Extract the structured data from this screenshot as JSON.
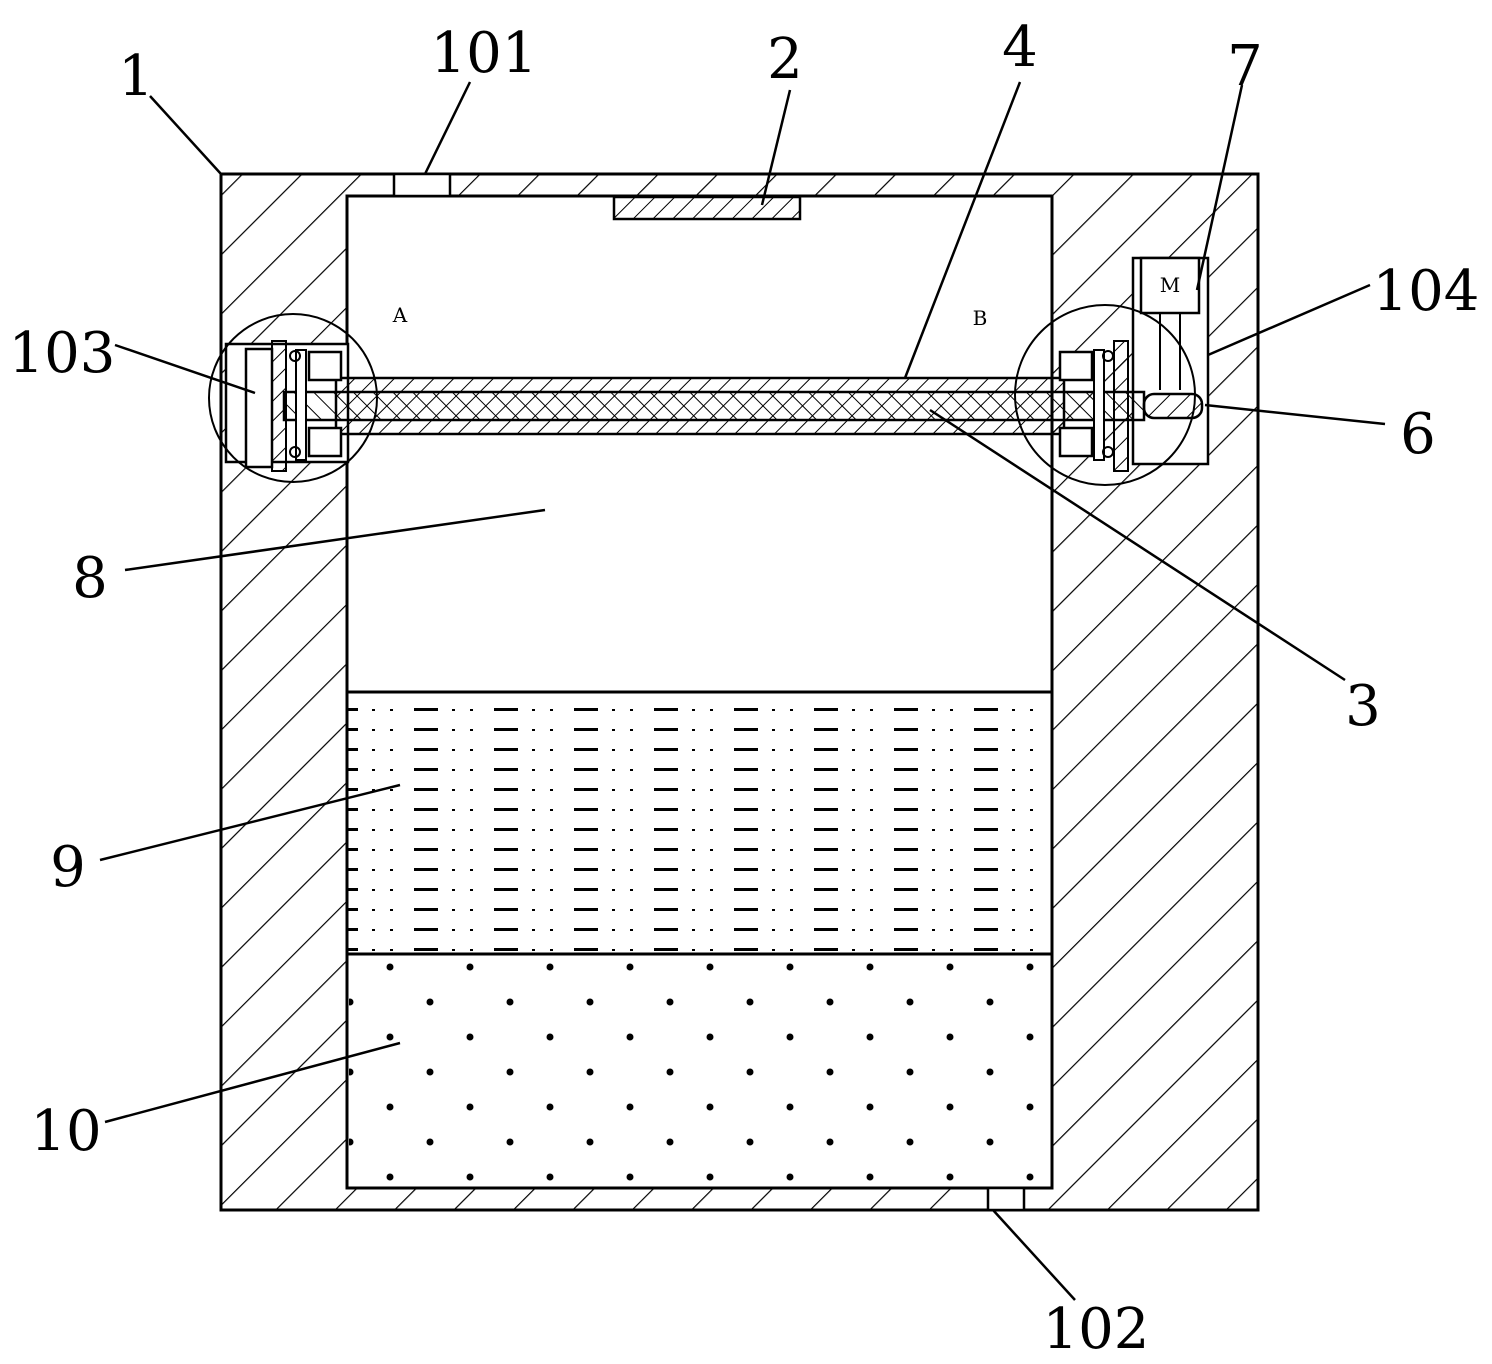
{
  "figure": {
    "labels": {
      "housing": "1",
      "inlet": "101",
      "outlet": "102",
      "left_mount": "103",
      "right_mount": "104",
      "top_plate": "2",
      "shaft": "3",
      "sleeve": "4",
      "coupling": "6",
      "motor_ref": "7",
      "chamber": "8",
      "middle_layer": "9",
      "bottom_layer": "10"
    },
    "detail_marks": {
      "left": "A",
      "right": "B"
    },
    "motor_letter": "M"
  }
}
